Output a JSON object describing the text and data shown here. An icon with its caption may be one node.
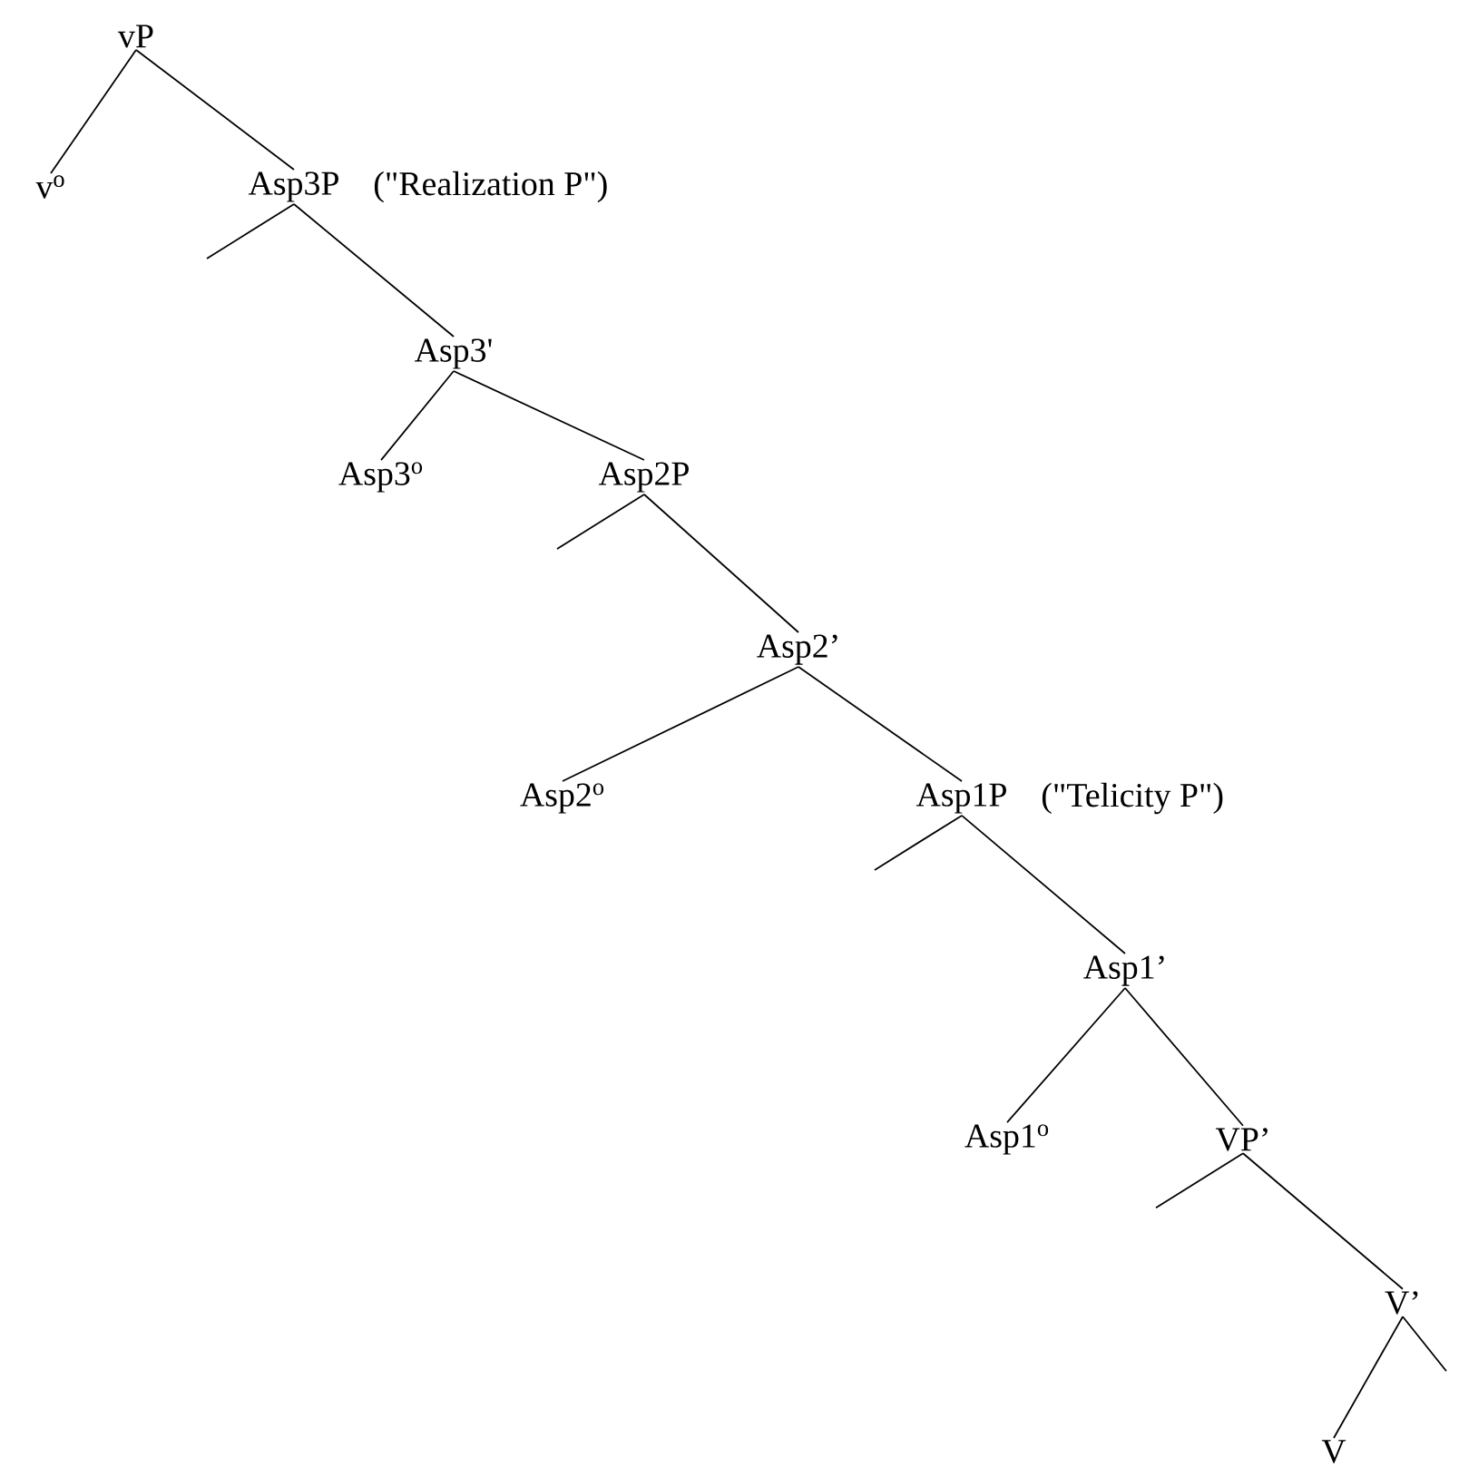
{
  "diagram": {
    "nodes": [
      {
        "text": [
          "vP"
        ]
      },
      {
        "text": [
          "v$^{o}$"
        ]
      },
      {
        "text": [
          "Asp3P"
        ],
        "beside": [
          "(\"Realization P\")"
        ]
      },
      {
        "text": [
          "Asp3'"
        ]
      },
      {
        "text": [
          "Asp3$^{o}$"
        ]
      },
      {
        "text": [
          "Asp2P"
        ]
      },
      {
        "text": [
          "Asp2’"
        ]
      },
      {
        "text": [
          "Asp2$^{o}$"
        ]
      },
      {
        "text": [
          "Asp1P"
        ],
        "beside": [
          "(\"Telicity P\")"
        ]
      },
      {
        "text": [
          "Asp1’"
        ]
      },
      {
        "text": [
          "Asp1$^{o}$"
        ]
      },
      {
        "text": [
          "VP’"
        ]
      },
      {
        "text": [
          "V’"
        ]
      },
      {
        "text": [
          "V"
        ]
      }
    ],
    "edges": [
      {
        "from": 0,
        "to": 1,
        "arrow": "none"
      },
      {
        "from": 0,
        "to": 2,
        "arrow": "none"
      },
      {
        "from": 2,
        "to": null,
        "arrow": "none"
      },
      {
        "from": 2,
        "to": 3,
        "arrow": "none"
      },
      {
        "from": 3,
        "to": 4,
        "arrow": "none"
      },
      {
        "from": 3,
        "to": 5,
        "arrow": "none"
      },
      {
        "from": 5,
        "to": null,
        "arrow": "none"
      },
      {
        "from": 5,
        "to": 6,
        "arrow": "none"
      },
      {
        "from": 6,
        "to": 7,
        "arrow": "none"
      },
      {
        "from": 6,
        "to": 8,
        "arrow": "none"
      },
      {
        "from": 8,
        "to": null,
        "arrow": "none"
      },
      {
        "from": 8,
        "to": 9,
        "arrow": "none"
      },
      {
        "from": 9,
        "to": 10,
        "arrow": "none"
      },
      {
        "from": 9,
        "to": 11,
        "arrow": "none"
      },
      {
        "from": 11,
        "to": null,
        "arrow": "none"
      },
      {
        "from": 11,
        "to": 12,
        "arrow": "none"
      },
      {
        "from": 12,
        "to": 13,
        "arrow": "none"
      },
      {
        "from": 12,
        "to": null,
        "arrow": "none"
      }
    ]
  }
}
